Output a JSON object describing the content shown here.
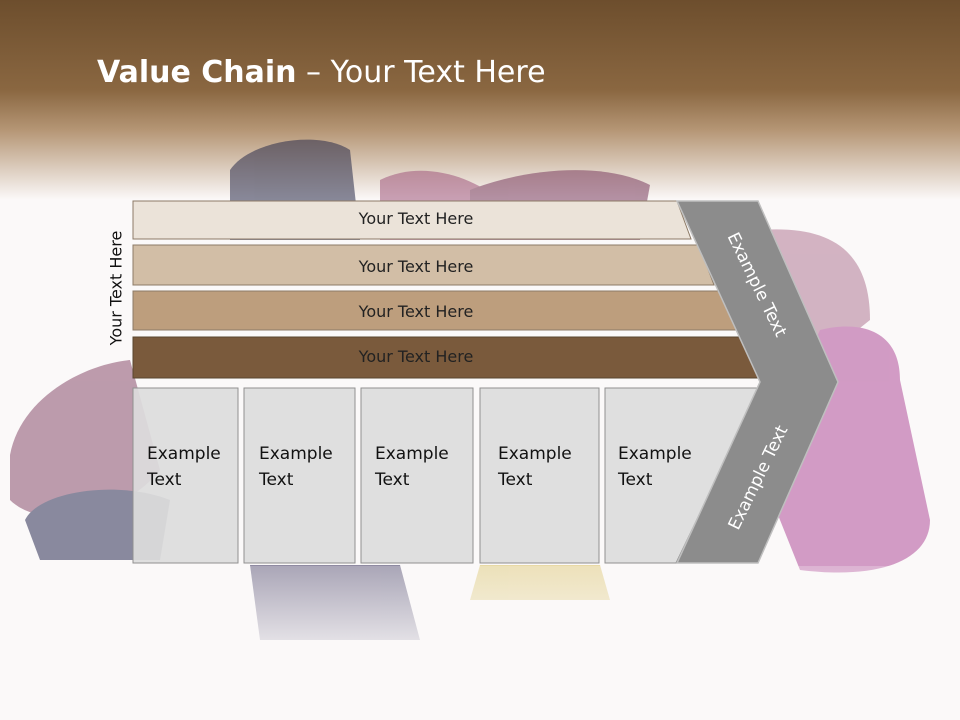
{
  "title": {
    "bold": "Value Chain",
    "rest": " – Your Text Here"
  },
  "side_label": "Your Text Here",
  "bands": [
    {
      "label": "Your Text Here",
      "color": "#ebe3d9"
    },
    {
      "label": "Your Text Here",
      "color": "#d2bea6"
    },
    {
      "label": "Your Text Here",
      "color": "#bd9e7d"
    },
    {
      "label": "Your Text Here",
      "color": "#7a5a3c"
    }
  ],
  "columns": [
    {
      "line1": "Example",
      "line2": "Text"
    },
    {
      "line1": "Example",
      "line2": "Text"
    },
    {
      "line1": "Example",
      "line2": "Text"
    },
    {
      "line1": "Example",
      "line2": "Text"
    },
    {
      "line1": "Example",
      "line2": "Text"
    }
  ],
  "arrow": {
    "upper": "Example Text",
    "lower": "Example Text"
  },
  "colors": {
    "header": "#7a5a3a",
    "column_fill": "#dcdcdc",
    "arrow": "#8c8c8c",
    "band_text": "#222222"
  }
}
